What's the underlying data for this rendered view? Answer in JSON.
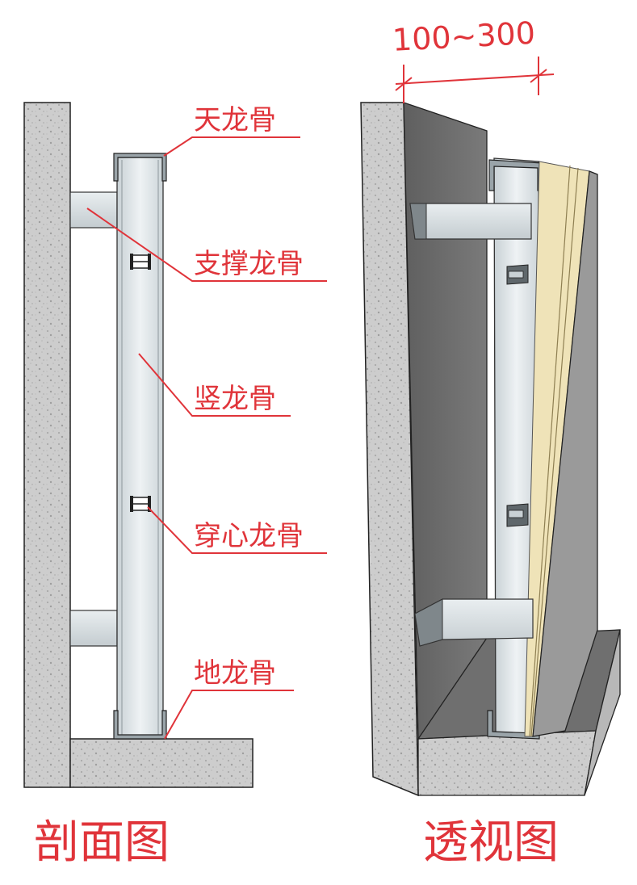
{
  "labels": {
    "ceiling_keel": "天龙骨",
    "support_keel": "支撑龙骨",
    "vertical_keel": "竖龙骨",
    "through_keel": "穿心龙骨",
    "floor_keel": "地龙骨"
  },
  "dimension": "100~300",
  "captions": {
    "section": "剖面图",
    "perspective": "透视图"
  },
  "colors": {
    "annotation": "#e0343a",
    "concrete": "#cfcfcf",
    "wall_face": "#6e6e6e",
    "metal": "#dde3e6",
    "board_edge": "#efe3b8"
  }
}
